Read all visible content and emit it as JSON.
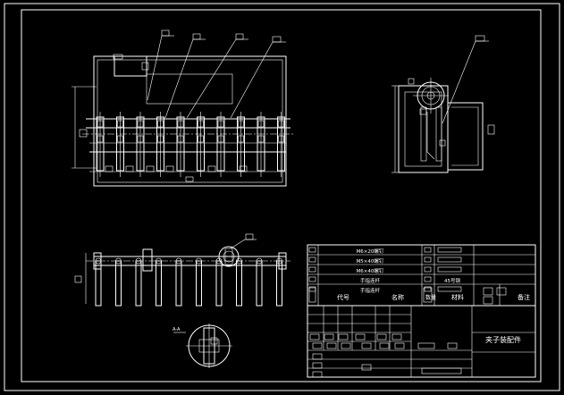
{
  "bom": {
    "rows": [
      {
        "name": "M6×20螺钉",
        "qty": "",
        "material": "",
        "note": ""
      },
      {
        "name": "M5×40螺钉",
        "qty": "",
        "material": "",
        "note": ""
      },
      {
        "name": "M6×40螺钉",
        "qty": "",
        "material": "",
        "note": ""
      },
      {
        "name": "手指连杆",
        "qty": "",
        "material": "45号钢",
        "note": ""
      },
      {
        "name": "手指连杆",
        "qty": "",
        "material": "",
        "note": ""
      }
    ],
    "headers": {
      "code": "代号",
      "name": "名称",
      "qty": "数量",
      "material": "材料",
      "weight": "",
      "remark": "备注"
    }
  },
  "title_block": {
    "drawing_name": "夹子装配件"
  },
  "section_label": "A-A",
  "colors": {
    "background": "#000000",
    "line": "#ffffff"
  }
}
